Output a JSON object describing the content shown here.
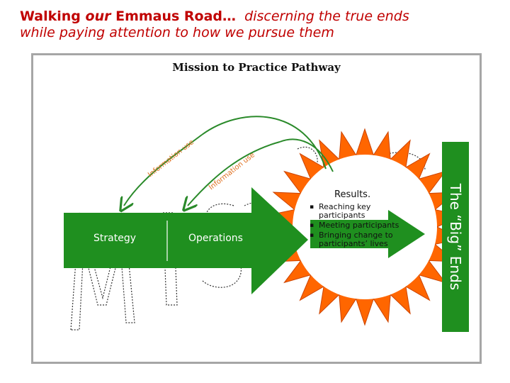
{
  "header": {
    "part1": "Walking ",
    "part2": "our",
    "part3": " Emmaus Road…",
    "part4": "discerning the true ends",
    "line2": "while paying attention to how we pursue them"
  },
  "diagram": {
    "title": "Mission to Practice Pathway",
    "strategy_label": "Strategy",
    "operations_label": "Operations",
    "info_use_label_1": "Information use",
    "info_use_label_2": "Information use",
    "big_ends_label": "The “Big” Ends",
    "results": {
      "title": "Results.",
      "items": [
        "Reaching key participants",
        "Meeting participants",
        "Bringing change to participants’ lives"
      ]
    },
    "mission_letters": "MISSION",
    "colors": {
      "header_red": "#c00000",
      "arrow_green": "#1f8f1f",
      "big_ends_green": "#1f8f1f",
      "starburst_orange": "#ff6600",
      "info_arrow_green": "#2a8a2a",
      "info_text_orange": "#e07020"
    }
  }
}
